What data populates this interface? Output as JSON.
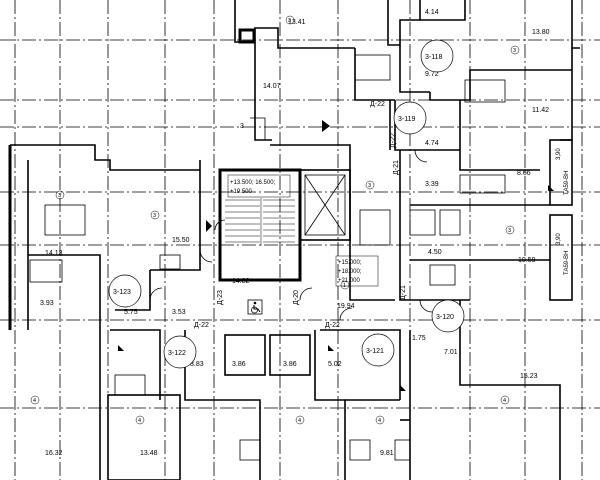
{
  "areas": [
    {
      "id": "a1",
      "text": "13.41"
    },
    {
      "id": "a2",
      "text": "4.14"
    },
    {
      "id": "a3",
      "text": "13.80"
    },
    {
      "id": "a4",
      "text": "9.72"
    },
    {
      "id": "a5",
      "text": "14.07"
    },
    {
      "id": "a6",
      "text": "11.42"
    },
    {
      "id": "a7",
      "text": "4.74"
    },
    {
      "id": "a8",
      "text": "3.39"
    },
    {
      "id": "a9",
      "text": "8.66"
    },
    {
      "id": "a10",
      "text": "14.13"
    },
    {
      "id": "a11",
      "text": "15.50"
    },
    {
      "id": "a12",
      "text": "4.50"
    },
    {
      "id": "a13",
      "text": "10.59"
    },
    {
      "id": "a14",
      "text": "14.82"
    },
    {
      "id": "a15",
      "text": "3.93"
    },
    {
      "id": "a16",
      "text": "5.75"
    },
    {
      "id": "a17",
      "text": "3.53"
    },
    {
      "id": "a18",
      "text": "19.94"
    },
    {
      "id": "a19",
      "text": "3.83"
    },
    {
      "id": "a20",
      "text": "3.86"
    },
    {
      "id": "a21",
      "text": "3.86"
    },
    {
      "id": "a22",
      "text": "5.02"
    },
    {
      "id": "a23",
      "text": "1.75"
    },
    {
      "id": "a24",
      "text": "7.01"
    },
    {
      "id": "a25",
      "text": "15.23"
    },
    {
      "id": "a26",
      "text": "16.32"
    },
    {
      "id": "a27",
      "text": "13.48"
    },
    {
      "id": "a28",
      "text": "9.81"
    }
  ],
  "bubbles": [
    {
      "id": "b118",
      "text": "3-118"
    },
    {
      "id": "b119",
      "text": "3-119"
    },
    {
      "id": "b123",
      "text": "3-123"
    },
    {
      "id": "b120",
      "text": "3-120"
    },
    {
      "id": "b122",
      "text": "3-122"
    },
    {
      "id": "b121",
      "text": "3-121"
    }
  ],
  "door_tags": [
    {
      "id": "d1",
      "text": "Д-22"
    },
    {
      "id": "d2",
      "text": "Д-22"
    },
    {
      "id": "d3",
      "text": "Д-21"
    },
    {
      "id": "d4",
      "text": "Д-23"
    },
    {
      "id": "d5",
      "text": "Д-20"
    },
    {
      "id": "d6",
      "text": "Д-22"
    },
    {
      "id": "d7",
      "text": "Д-22"
    },
    {
      "id": "d8",
      "text": "Д-21"
    }
  ],
  "levels": {
    "stair": [
      "+13.500; 16.500;",
      "+19.500"
    ],
    "lift": [
      "+15.000;",
      "+18.000;",
      "+21.000"
    ]
  },
  "window_tags": [
    {
      "id": "w1",
      "text": "ТА59-ВН"
    },
    {
      "id": "w2",
      "text": "ТА59-ВН"
    }
  ],
  "wall_marks": [
    {
      "id": "m1",
      "text": "3"
    },
    {
      "id": "m2",
      "text": "3,90"
    },
    {
      "id": "m3",
      "text": "3,90"
    }
  ]
}
